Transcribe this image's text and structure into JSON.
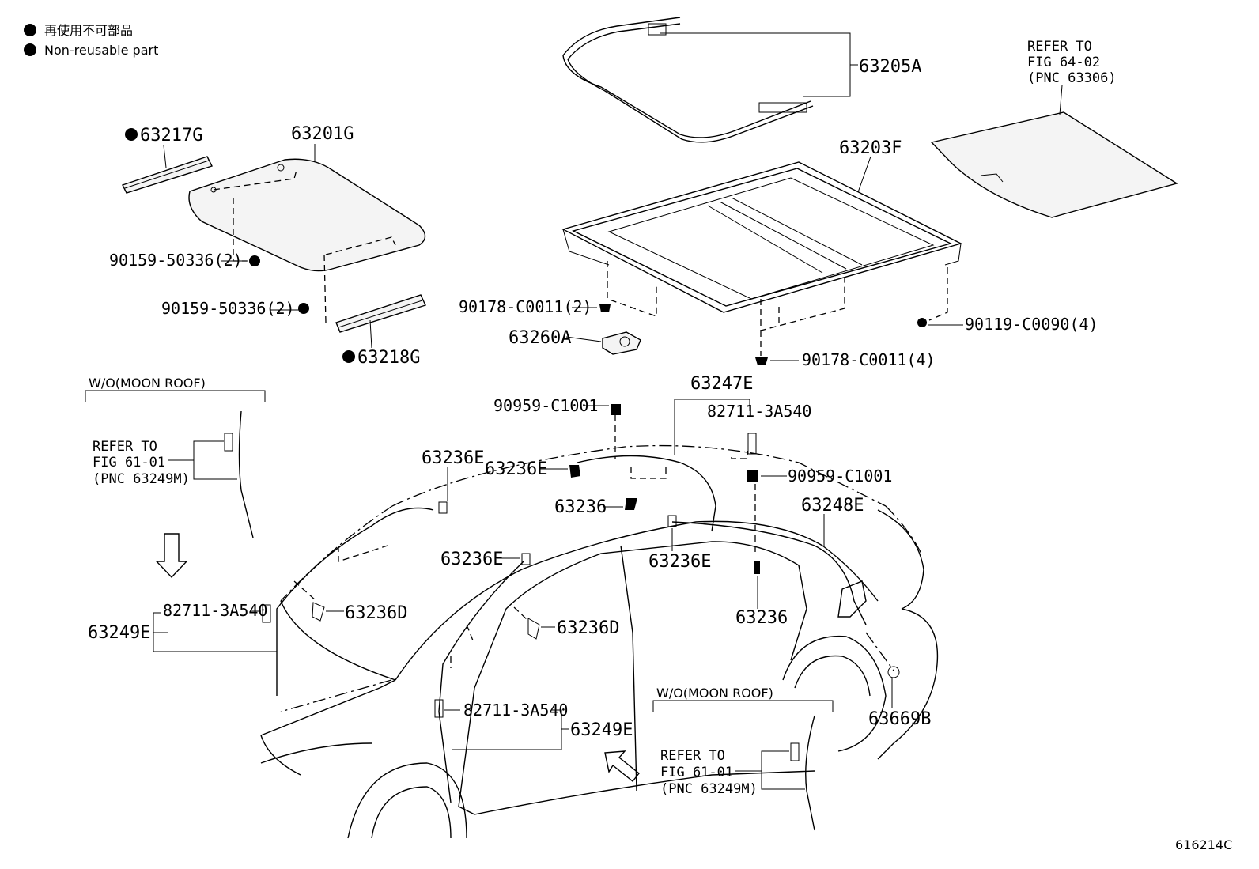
{
  "legend": {
    "japanese": "再使用不可部品",
    "english": "Non-reusable part"
  },
  "labels": {
    "p63217G": "63217G",
    "p63201G": "63201G",
    "p90159a": "90159-50336(2)",
    "p90159b": "90159-50336(2)",
    "p63218G": "63218G",
    "p63205A": "63205A",
    "p63203F": "63203F",
    "p90178a": "90178-C0011(2)",
    "p63260A": "63260A",
    "p90119": "90119-C0090(4)",
    "p90178b": "90178-C0011(4)",
    "p63247E": "63247E",
    "p82711a": "82711-3A540",
    "p90959a": "90959-C1001",
    "p90959b": "90959-C1001",
    "p63236E_a": "63236E",
    "p63236E_b": "63236E",
    "p63236_a": "63236",
    "p63248E": "63248E",
    "p63236E_c": "63236E",
    "p63236E_d": "63236E",
    "p63236D_a": "63236D",
    "p63236D_b": "63236D",
    "p63236_b": "63236",
    "p82711b": "82711-3A540",
    "p63249E_a": "63249E",
    "p82711c": "82711-3A540",
    "p63249E_b": "63249E",
    "p63669B": "63669B"
  },
  "refer_top": {
    "line1": "REFER TO",
    "line2": "FIG 64-02",
    "line3": "(PNC 63306)"
  },
  "wo_left": {
    "header": "W/O(MOON ROOF)",
    "line1": "REFER TO",
    "line2": "FIG 61-01",
    "line3": "(PNC 63249M)"
  },
  "wo_right": {
    "header": "W/O(MOON ROOF)",
    "line1": "REFER TO",
    "line2": "FIG 61-01",
    "line3": "(PNC 63249M)"
  },
  "figure_id": "616214C"
}
